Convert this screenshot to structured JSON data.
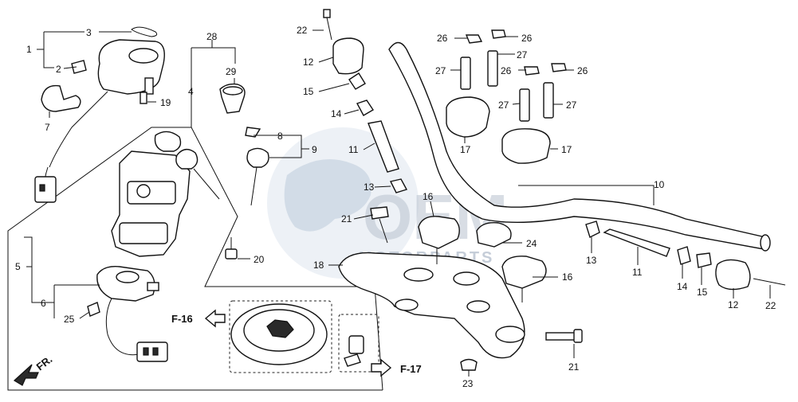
{
  "watermark": {
    "logo_text": "OEM",
    "subtext": "MOTORPARTS"
  },
  "callouts": {
    "c1": "1",
    "c2": "2",
    "c3": "3",
    "c4": "4",
    "c5": "5",
    "c6": "6",
    "c7": "7",
    "c8": "8",
    "c9": "9",
    "c10": "10",
    "c11_top": "11",
    "c11_bottom": "11",
    "c12_top": "12",
    "c12_bottom": "12",
    "c13_left": "13",
    "c13_right": "13",
    "c14_top": "14",
    "c14_bottom": "14",
    "c15_top": "15",
    "c15_bottom": "15",
    "c16_top": "16",
    "c16_bottom": "16",
    "c17_top": "17",
    "c17_bottom": "17",
    "c18": "18",
    "c19": "19",
    "c20": "20",
    "c21_left": "21",
    "c21_bottom": "21",
    "c22_top": "22",
    "c22_bottom": "22",
    "c23": "23",
    "c24": "24",
    "c25": "25",
    "c26_a": "26",
    "c26_b": "26",
    "c26_c": "26",
    "c26_d": "26",
    "c27_a": "27",
    "c27_b": "27",
    "c27_c": "27",
    "c27_d": "27",
    "c28": "28",
    "c29": "29"
  },
  "references": {
    "f16": "F-16",
    "f17": "F-17",
    "front": "FR."
  }
}
